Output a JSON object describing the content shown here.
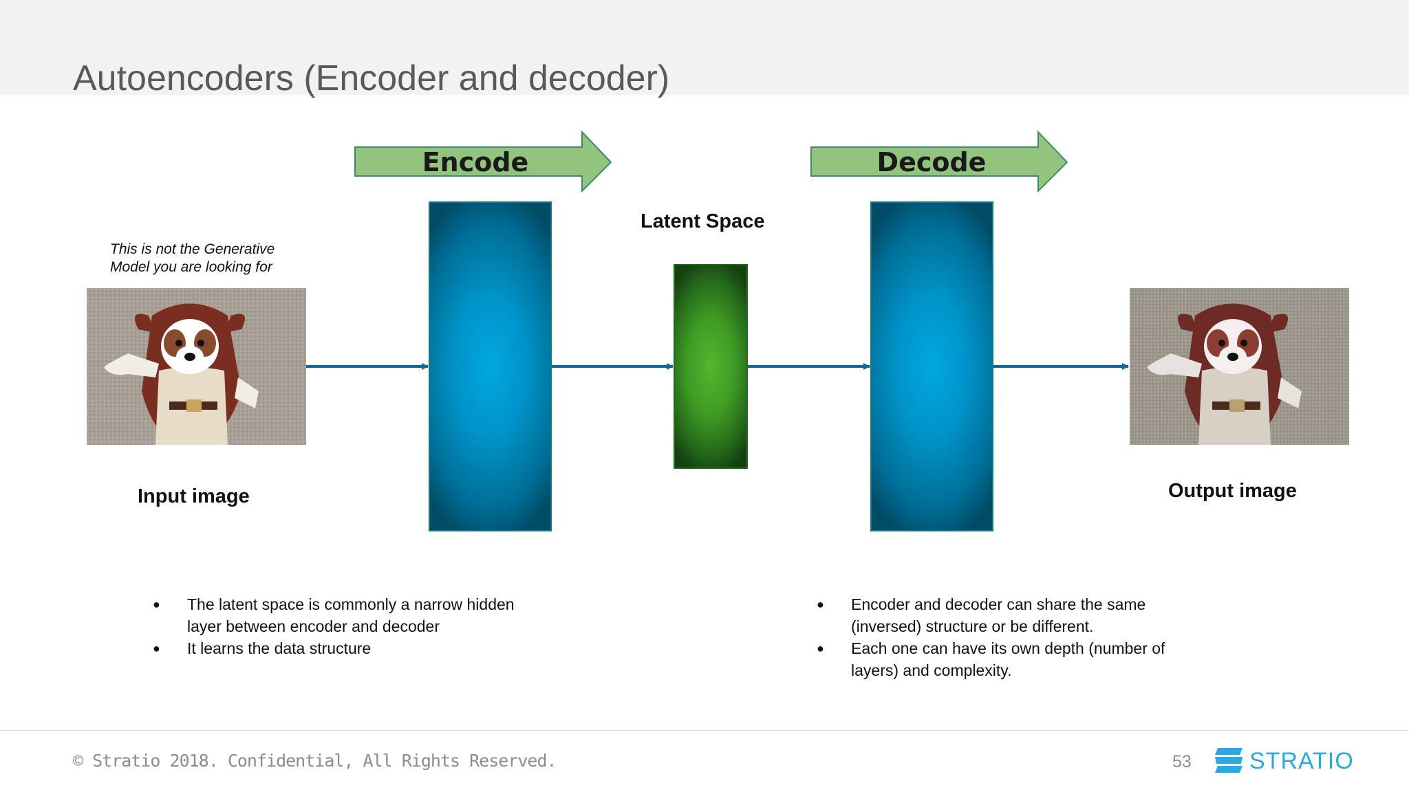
{
  "slide": {
    "title": "Autoencoders (Encoder and decoder)"
  },
  "diagram": {
    "encode_label": "Encode",
    "decode_label": "Decode",
    "latent_label": "Latent Space",
    "input_caption": "Input image",
    "output_caption": "Output image",
    "input_note": "This is not the Generative Model you are looking for"
  },
  "bullets_left": [
    "The latent space is commonly a narrow hidden layer between encoder and decoder",
    "It learns the data structure"
  ],
  "bullets_right": [
    "Encoder and decoder can share the same (inversed) structure  or be different.",
    "Each one can have its own depth (number of layers) and complexity."
  ],
  "footer": {
    "copyright": "© Stratio 2018. Confidential, All Rights Reserved.",
    "page_number": "53",
    "logo_text": "STRATIO"
  },
  "colors": {
    "arrow_fill": "#93c47d",
    "arrow_stroke": "#3f8a6b",
    "block_blue": "#00a0d8",
    "block_green": "#4aa82c",
    "connector": "#0b6aa0",
    "logo_blue": "#2aa9e0"
  }
}
